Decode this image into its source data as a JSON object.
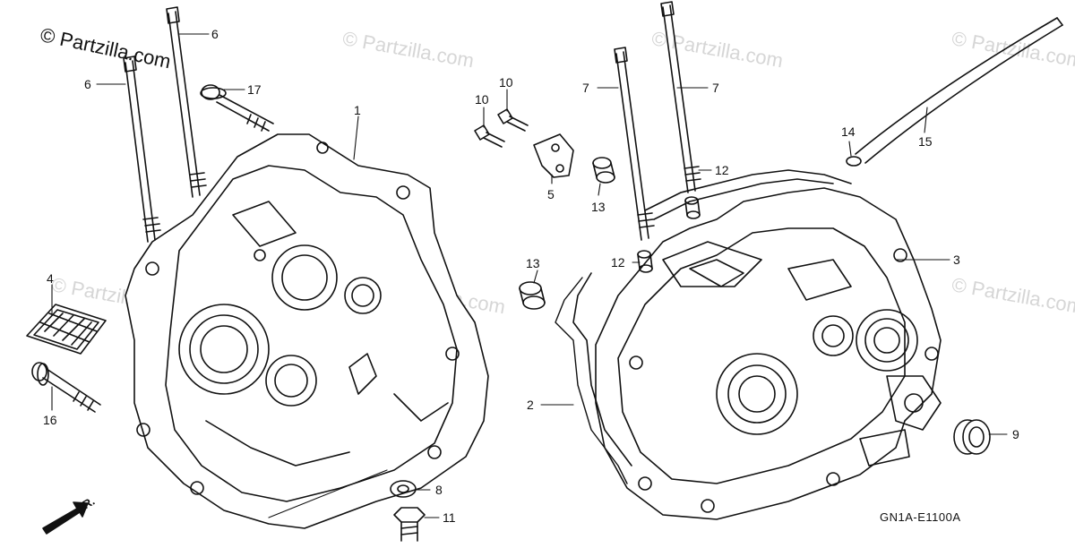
{
  "copyright": "© Partzilla.com",
  "watermark_text": "© Partzilla.com",
  "diagram_code": "GN1A-E1100A",
  "direction_label": "FR.",
  "callouts": [
    {
      "id": "c1",
      "label": "1"
    },
    {
      "id": "c2",
      "label": "2"
    },
    {
      "id": "c3",
      "label": "3"
    },
    {
      "id": "c4",
      "label": "4"
    },
    {
      "id": "c5",
      "label": "5"
    },
    {
      "id": "c6a",
      "label": "6"
    },
    {
      "id": "c6b",
      "label": "6"
    },
    {
      "id": "c7a",
      "label": "7"
    },
    {
      "id": "c7b",
      "label": "7"
    },
    {
      "id": "c8",
      "label": "8"
    },
    {
      "id": "c9",
      "label": "9"
    },
    {
      "id": "c10a",
      "label": "10"
    },
    {
      "id": "c10b",
      "label": "10"
    },
    {
      "id": "c11",
      "label": "11"
    },
    {
      "id": "c12a",
      "label": "12"
    },
    {
      "id": "c12b",
      "label": "12"
    },
    {
      "id": "c13a",
      "label": "13"
    },
    {
      "id": "c13b",
      "label": "13"
    },
    {
      "id": "c14",
      "label": "14"
    },
    {
      "id": "c15",
      "label": "15"
    },
    {
      "id": "c16",
      "label": "16"
    },
    {
      "id": "c17",
      "label": "17"
    }
  ]
}
